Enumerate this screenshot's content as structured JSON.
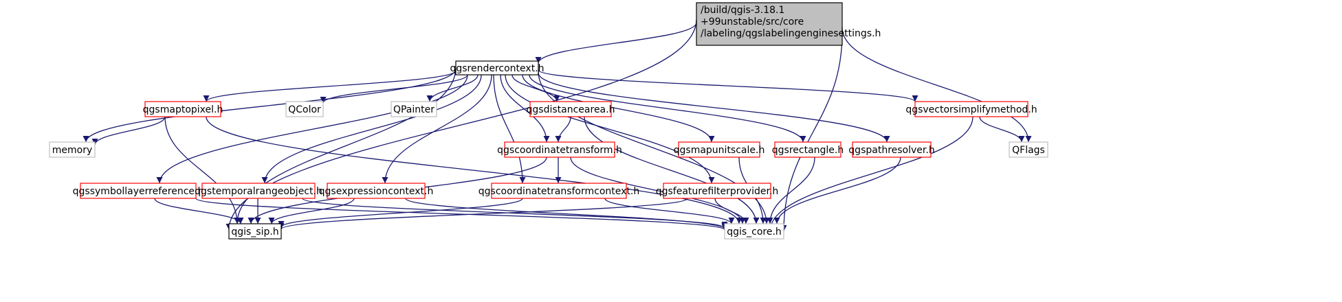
{
  "diagram": {
    "colors": {
      "edge": "#191970",
      "root_fill": "#bfbfbf",
      "root_border": "#000000",
      "black_border": "#000000",
      "red_border": "#ff0000",
      "grey_border": "#bfbfbf",
      "node_fill": "#ffffff",
      "text": "#000000"
    },
    "nodes": [
      {
        "id": "root",
        "style": "root",
        "lines": [
          "/build/qgis-3.18.1",
          "+99unstable/src/core",
          "/labeling/qgslabelingenginesettings.h"
        ]
      },
      {
        "id": "rendercontext",
        "style": "black",
        "lines": [
          "qgsrendercontext.h"
        ]
      },
      {
        "id": "maptopixel",
        "style": "red",
        "lines": [
          "qgsmaptopixel.h"
        ]
      },
      {
        "id": "qcolor",
        "style": "grey",
        "lines": [
          "QColor"
        ]
      },
      {
        "id": "qpainter",
        "style": "grey",
        "lines": [
          "QPainter"
        ]
      },
      {
        "id": "distancearea",
        "style": "red",
        "lines": [
          "qgsdistancearea.h"
        ]
      },
      {
        "id": "vectorsimplify",
        "style": "red",
        "lines": [
          "qgsvectorsimplifymethod.h"
        ]
      },
      {
        "id": "memory",
        "style": "grey",
        "lines": [
          "memory"
        ]
      },
      {
        "id": "coordtransform",
        "style": "red",
        "lines": [
          "qgscoordinatetransform.h"
        ]
      },
      {
        "id": "mapunitscale",
        "style": "red",
        "lines": [
          "qgsmapunitscale.h"
        ]
      },
      {
        "id": "rectangle",
        "style": "red",
        "lines": [
          "qgsrectangle.h"
        ]
      },
      {
        "id": "pathresolver",
        "style": "red",
        "lines": [
          "qgspathresolver.h"
        ]
      },
      {
        "id": "qflags",
        "style": "grey",
        "lines": [
          "QFlags"
        ]
      },
      {
        "id": "symbollayerref",
        "style": "red",
        "lines": [
          "qgssymbollayerreference.h"
        ]
      },
      {
        "id": "temporalrange",
        "style": "red",
        "lines": [
          "qgstemporalrangeobject.h"
        ]
      },
      {
        "id": "exprcontext",
        "style": "red",
        "lines": [
          "qgsexpressioncontext.h"
        ]
      },
      {
        "id": "coordtransformctx",
        "style": "red",
        "lines": [
          "qgscoordinatetransformcontext.h"
        ]
      },
      {
        "id": "featurefilter",
        "style": "red",
        "lines": [
          "qgsfeaturefilterprovider.h"
        ]
      },
      {
        "id": "qgissip",
        "style": "black",
        "lines": [
          "qgis_sip.h"
        ]
      },
      {
        "id": "qgiscore",
        "style": "grey",
        "lines": [
          "qgis_core.h"
        ]
      }
    ],
    "edges": [
      [
        "root",
        "rendercontext"
      ],
      [
        "root",
        "qgissip"
      ],
      [
        "root",
        "qflags"
      ],
      [
        "root",
        "qgiscore"
      ],
      [
        "rendercontext",
        "maptopixel"
      ],
      [
        "rendercontext",
        "qcolor"
      ],
      [
        "rendercontext",
        "qpainter"
      ],
      [
        "rendercontext",
        "distancearea"
      ],
      [
        "rendercontext",
        "vectorsimplify"
      ],
      [
        "rendercontext",
        "memory"
      ],
      [
        "rendercontext",
        "coordtransform"
      ],
      [
        "rendercontext",
        "mapunitscale"
      ],
      [
        "rendercontext",
        "rectangle"
      ],
      [
        "rendercontext",
        "pathresolver"
      ],
      [
        "rendercontext",
        "symbollayerref"
      ],
      [
        "rendercontext",
        "temporalrange"
      ],
      [
        "rendercontext",
        "exprcontext"
      ],
      [
        "rendercontext",
        "coordtransformctx"
      ],
      [
        "rendercontext",
        "featurefilter"
      ],
      [
        "rendercontext",
        "qgissip"
      ],
      [
        "rendercontext",
        "qgiscore"
      ],
      [
        "maptopixel",
        "memory"
      ],
      [
        "maptopixel",
        "qgissip"
      ],
      [
        "maptopixel",
        "qgiscore"
      ],
      [
        "distancearea",
        "coordtransform"
      ],
      [
        "distancearea",
        "qgiscore"
      ],
      [
        "vectorsimplify",
        "qflags"
      ],
      [
        "vectorsimplify",
        "qgiscore"
      ],
      [
        "coordtransform",
        "coordtransformctx"
      ],
      [
        "coordtransform",
        "qgissip"
      ],
      [
        "coordtransform",
        "qgiscore"
      ],
      [
        "mapunitscale",
        "qgiscore"
      ],
      [
        "rectangle",
        "qgiscore"
      ],
      [
        "pathresolver",
        "qgiscore"
      ],
      [
        "symbollayerref",
        "qgissip"
      ],
      [
        "symbollayerref",
        "qgiscore"
      ],
      [
        "temporalrange",
        "qgissip"
      ],
      [
        "temporalrange",
        "qgiscore"
      ],
      [
        "exprcontext",
        "qgissip"
      ],
      [
        "exprcontext",
        "qgiscore"
      ],
      [
        "coordtransformctx",
        "qgissip"
      ],
      [
        "coordtransformctx",
        "qgiscore"
      ],
      [
        "featurefilter",
        "qgissip"
      ],
      [
        "featurefilter",
        "qgiscore"
      ]
    ]
  }
}
